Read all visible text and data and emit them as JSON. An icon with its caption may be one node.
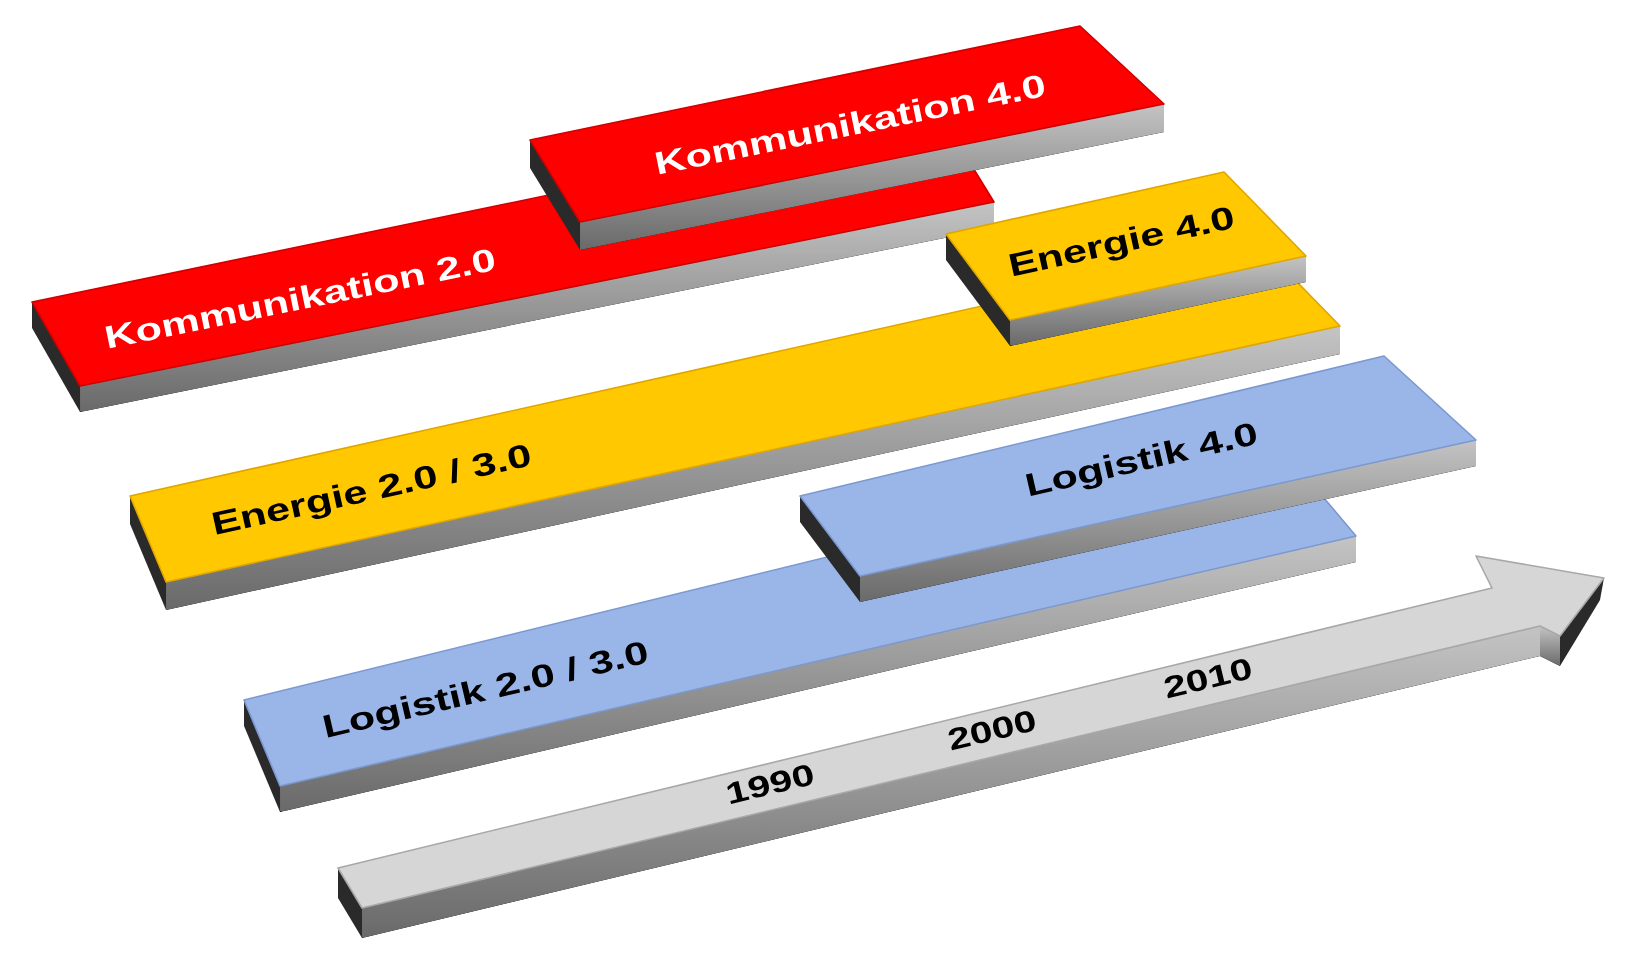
{
  "diagram": {
    "nodes": [
      {
        "text": [
          "Kommunikation 2.0"
        ]
      },
      {
        "text": [
          "Kommunikation 4.0"
        ]
      },
      {
        "text": [
          "Energie 2.0 / 3.0"
        ]
      },
      {
        "text": [
          "Energie 4.0"
        ]
      },
      {
        "text": [
          "Logistik 2.0 / 3.0"
        ]
      },
      {
        "text": [
          "Logistik 4.0"
        ]
      }
    ],
    "labels": [
      "1990",
      "2000",
      "2010"
    ]
  }
}
